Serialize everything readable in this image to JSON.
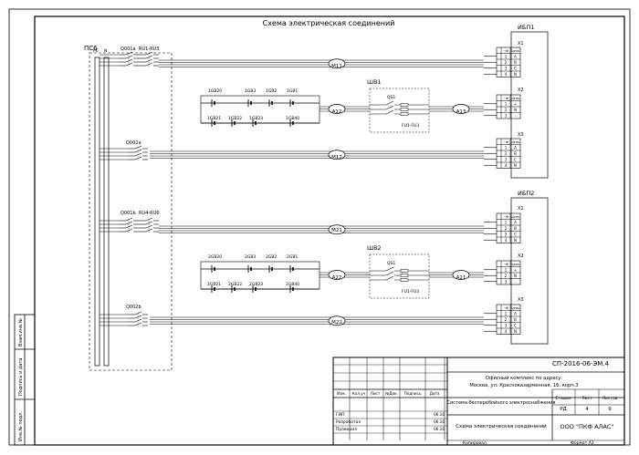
{
  "sheet": {
    "title": "Схема электрическая соединений",
    "panel": {
      "name": "ПС6",
      "pe": "PE",
      "n": "N"
    }
  },
  "upper": {
    "breakers": {
      "q1": "Q001a",
      "rcd": "RU1-RU3",
      "q2": "Q002a"
    },
    "battery": {
      "top": [
        "1GB20",
        "1GB3",
        "1GB2",
        "1GB1"
      ],
      "bottom": [
        "1GB21",
        "1GB22",
        "1GB23",
        "1GB40"
      ]
    },
    "cables": {
      "feed": "M11",
      "bat_in": "A12",
      "bat_out": "A13",
      "ret": "M12"
    },
    "switchbox": {
      "name": "ШВ1",
      "switch": "QS1",
      "fuses": "FU1-FU3"
    },
    "ups": {
      "name": "ИБП1",
      "connectors": [
        "X1",
        "X2",
        "X3"
      ]
    }
  },
  "lower": {
    "breakers": {
      "q1": "Q001b",
      "rcd": "RU4-RU6",
      "q2": "Q002b"
    },
    "battery": {
      "top": [
        "2GB20",
        "2GB3",
        "2GB2",
        "2GB1"
      ],
      "bottom": [
        "2GB21",
        "2GB22",
        "2GB23",
        "2GB40"
      ]
    },
    "cables": {
      "feed": "M21",
      "bat_in": "A22",
      "bat_out": "A21",
      "ret": "M22"
    },
    "switchbox": {
      "name": "ШВ2",
      "switch": "QS1",
      "fuses": "FU1-FU3"
    },
    "ups": {
      "name": "ИБП2",
      "connectors": [
        "X1",
        "X2",
        "X3"
      ]
    }
  },
  "terminal": {
    "header": [
      "~Ф",
      "Цепь"
    ],
    "x1": [
      [
        "1",
        "A"
      ],
      [
        "2",
        "B"
      ],
      [
        "3",
        "C"
      ],
      [
        "4",
        "N"
      ]
    ],
    "x2": [
      [
        "1",
        "+"
      ],
      [
        "2",
        "N"
      ],
      [
        "3",
        "-"
      ]
    ],
    "x3": [
      [
        "1",
        "A"
      ],
      [
        "2",
        "B"
      ],
      [
        "3",
        "C"
      ],
      [
        "4",
        "N"
      ]
    ]
  },
  "side_stamps": [
    "Взам.инв.№",
    "Подпись и дата",
    "Инв.№ подл."
  ],
  "titleblock": {
    "code": "СП-2016-06-ЭМ.4",
    "object": "Офисный комплекс по адресу:",
    "address": "Москва, ул. Красноказарменная, 16, корп.3",
    "columns": [
      "Изм.",
      "Кол.уч",
      "Лист",
      "№Док.",
      "Подпись",
      "Дата"
    ],
    "roles": [
      "ГИП",
      "Разработал",
      "Проверил"
    ],
    "dates": [
      "06.16",
      "06.16",
      "06.16"
    ],
    "system": "Система бесперебойного электроснабжения",
    "drawing": "Схема электрическая соединений",
    "stage_headers": [
      "Стадия",
      "Лист",
      "Листов"
    ],
    "stage_values": [
      "РД",
      "4",
      "9"
    ],
    "company": "ООО \"ПКФ АЛАС\"",
    "copied": "Копировал",
    "format": "Формат А3"
  }
}
